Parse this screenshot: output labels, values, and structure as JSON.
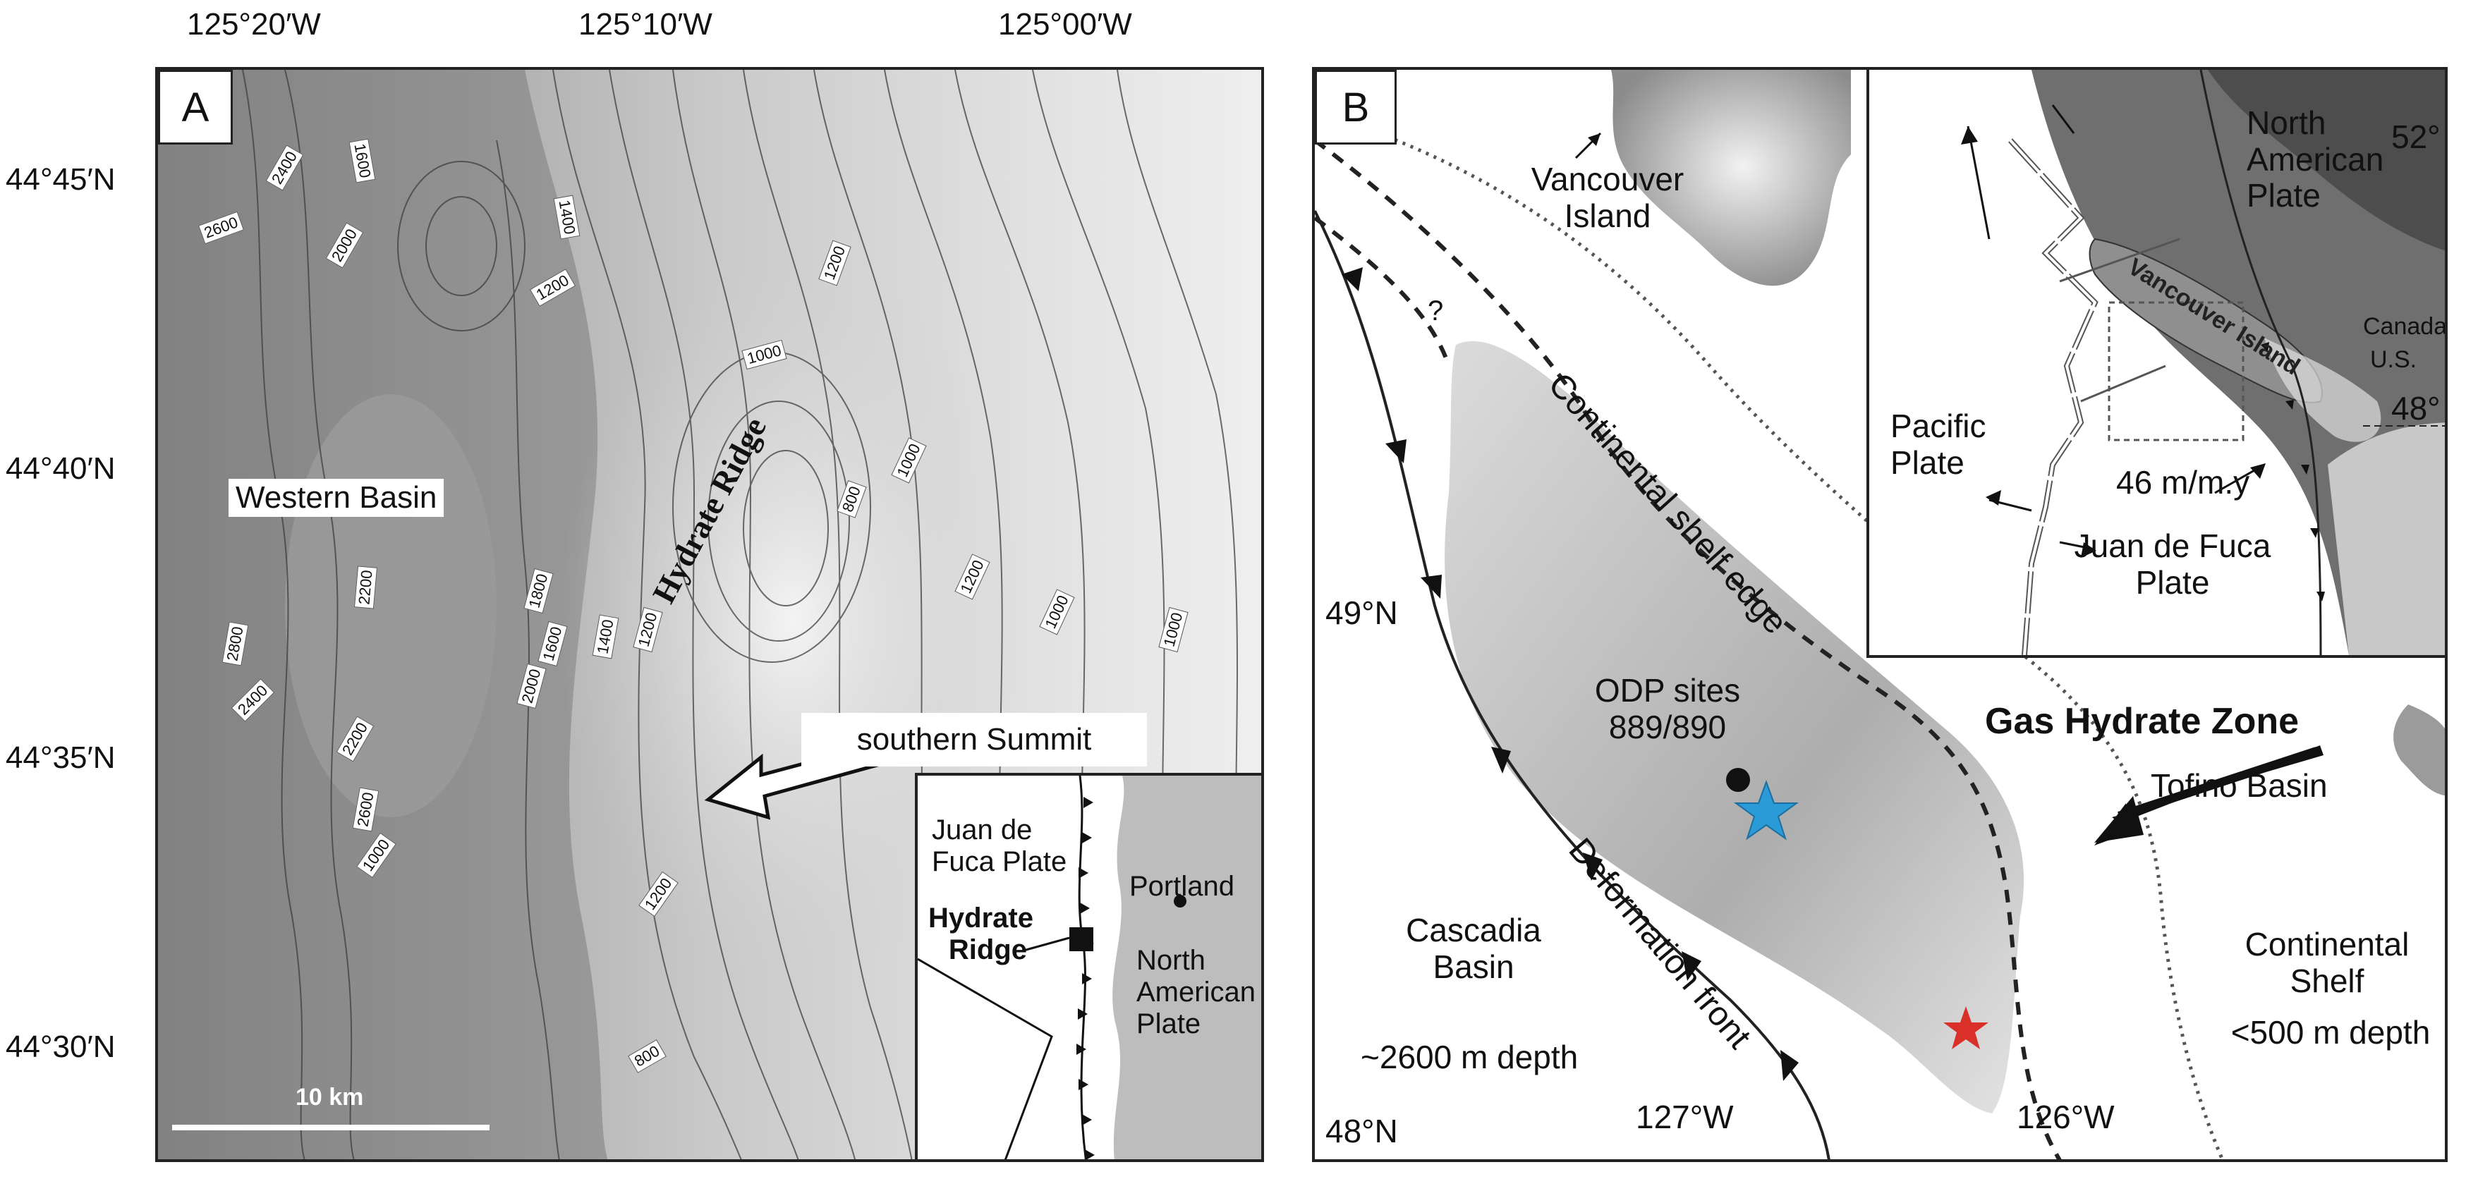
{
  "panel_a": {
    "label": "A",
    "lon_ticks": [
      "125°20′W",
      "125°10′W",
      "125°00′W"
    ],
    "lat_ticks": [
      "44°45′N",
      "44°40′N",
      "44°35′N",
      "44°30′N"
    ],
    "western_basin": "Western Basin",
    "hydrate_ridge": "Hydrate Ridge",
    "southern_summit": "southern  Summit",
    "scale_bar": "10 km",
    "contours": [
      "2400",
      "1600",
      "2600",
      "2000",
      "1400",
      "1200",
      "1200",
      "1000",
      "1000",
      "800",
      "1000",
      "1200",
      "1200",
      "1400",
      "1800",
      "1600",
      "2000",
      "2200",
      "2800",
      "2400",
      "2200",
      "2600",
      "1000",
      "1200",
      "800",
      "1000"
    ],
    "inset": {
      "juan_de_fuca": "Juan de Fuca Plate",
      "hydrate_ridge": "Hydrate Ridge",
      "portland": "Portland",
      "north_american": "North American Plate"
    }
  },
  "panel_b": {
    "label": "B",
    "vancouver_island": "Vancouver Island",
    "question": "?",
    "continental_shelf_edge": "Continental shelf edge",
    "odp_sites": "ODP sites 889/890",
    "gas_hydrate_zone": "Gas Hydrate Zone",
    "tofino_basin": "Tofino Basin",
    "cascadia_basin": "Cascadia Basin",
    "cascadia_depth": "~2600  m  depth",
    "deformation_front": "Deformation front",
    "continental_shelf": "Continental Shelf",
    "shelf_depth": "<500 m depth",
    "lat_49": "49°N",
    "lat_48": "48°N",
    "lon_127": "127°W",
    "lon_126": "126°W",
    "inset": {
      "north_american": "North American Plate",
      "lat_52": "52°",
      "lat_48": "48°",
      "vancouver_island": "Vancouver Island",
      "canada": "Canada",
      "us": "U.S.",
      "pacific_plate": "Pacific Plate",
      "rate": "46 m/m.y",
      "juan_de_fuca": "Juan de Fuca Plate"
    },
    "star_colors": {
      "blue": "#2b9bd8",
      "red": "#d9302a"
    }
  }
}
